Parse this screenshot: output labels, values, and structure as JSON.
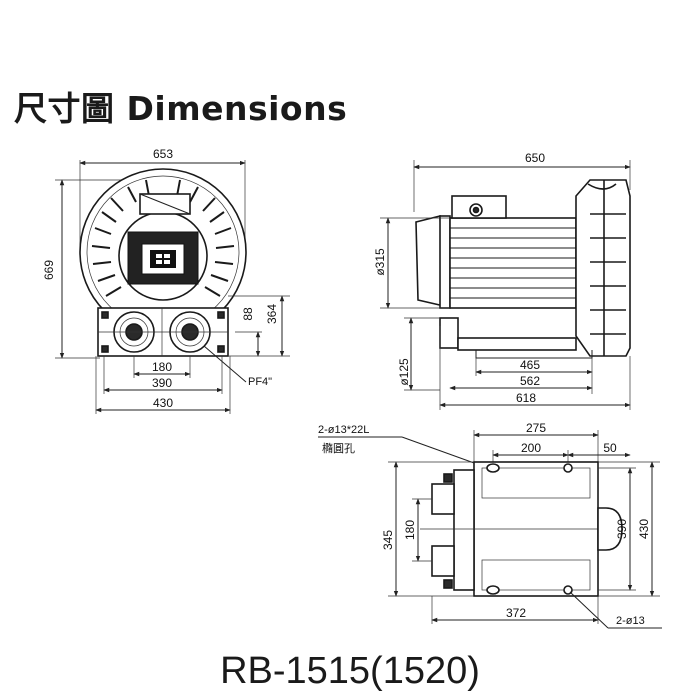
{
  "title": "尺寸圖 Dimensions",
  "model": "RB-1515(1520)",
  "front_view": {
    "width": "653",
    "height": "669",
    "dim_88": "88",
    "dim_364": "364",
    "dim_180": "180",
    "dim_390": "390",
    "dim_430": "430",
    "port_label": "PF4\""
  },
  "side_view": {
    "length": "650",
    "diameter": "ø315",
    "dim_125": "ø125",
    "dim_465": "465",
    "dim_562": "562",
    "dim_618": "618"
  },
  "base_view": {
    "hole_note": "2-ø13*22L",
    "hole_note_sub": "橢圓孔",
    "dim_275": "275",
    "dim_200": "200",
    "dim_50": "50",
    "dim_345": "345",
    "dim_180": "180",
    "dim_390": "390",
    "dim_430": "430",
    "dim_372": "372",
    "hole_label": "2-ø13"
  }
}
